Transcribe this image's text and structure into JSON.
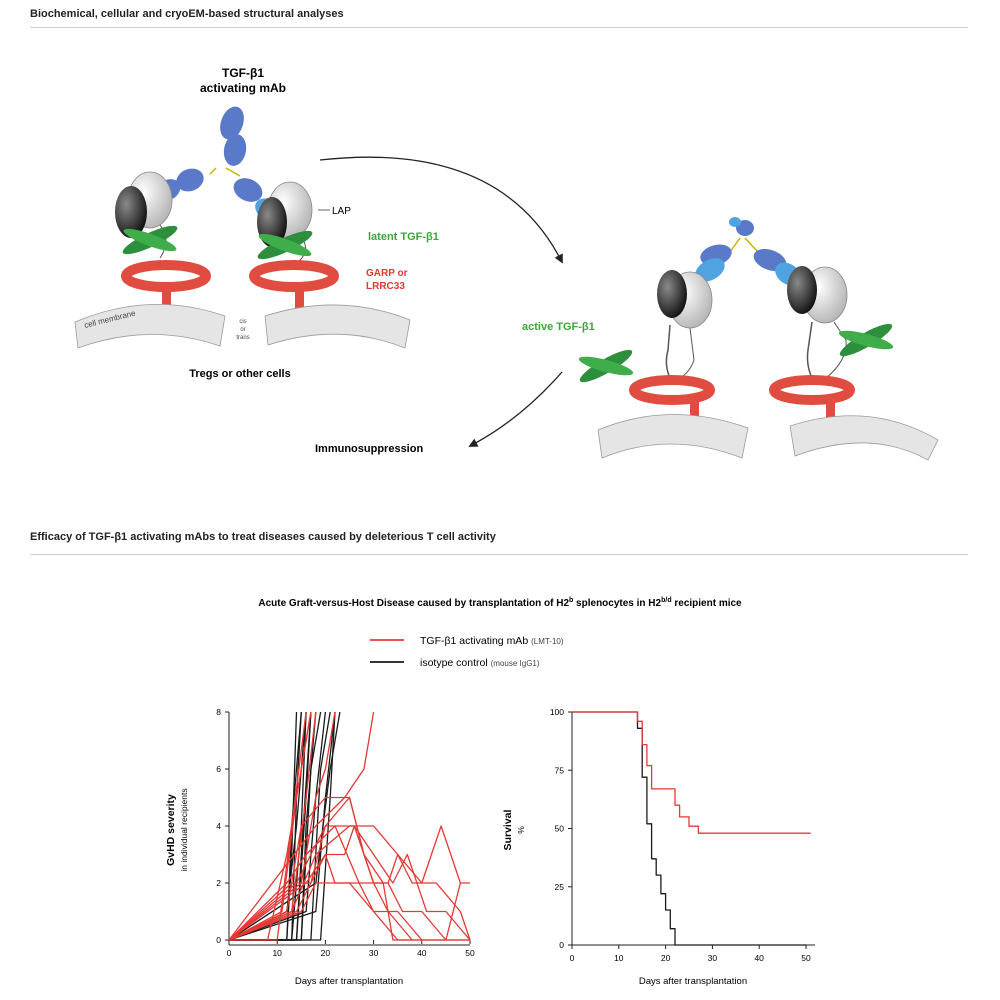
{
  "colors": {
    "antibody_dark": "#5b79c9",
    "antibody_light": "#4fa3e0",
    "garp_red": "#e04c40",
    "tgf_green": "#2d8f3c",
    "latent_text_green": "#3aa638",
    "garp_text_red": "#e03a2e",
    "membrane_grey": "#e5e5e5",
    "series_red": "#e53935",
    "series_black": "#1a1a1a"
  },
  "section1": {
    "title": "Biochemical, cellular and cryoEM-based structural analyses",
    "mab_label_line1": "TGF-β1",
    "mab_label_line2": "activating mAb",
    "lap_label": "LAP",
    "latent_label": "latent TGF-β1",
    "garp_label_line1": "GARP or",
    "garp_label_line2": "LRRC33",
    "membrane_label": "cell membrane",
    "cis_trans_line1": "cis",
    "cis_trans_line2": "or",
    "cis_trans_line3": "trans",
    "cells_label": "Tregs or other cells",
    "active_label": "active TGF-β1",
    "outcome_label": "Immunosuppression"
  },
  "section2": {
    "title": "Efficacy of TGF-β1 activating mAbs to treat diseases caused by deleterious T cell activity",
    "experiment_title_pre": "Acute Graft-versus-Host Disease caused by transplantation of H2",
    "experiment_title_sup1": "b",
    "experiment_title_mid": " splenocytes in H2",
    "experiment_title_sup2": "b/d",
    "experiment_title_post": " recipient mice",
    "legend": [
      {
        "label": "TGF-β1 activating mAb",
        "note": "(LMT-10)",
        "color": "#e53935"
      },
      {
        "label": "isotype control",
        "note": "(mouse IgG1)",
        "color": "#1a1a1a"
      }
    ]
  },
  "chart_data": [
    {
      "type": "line",
      "title": "",
      "xlabel": "Days after transplantation",
      "ylabel": "GvHD severity",
      "ylabel_sub": "in individual recipients",
      "xlim": [
        0,
        50
      ],
      "ylim": [
        0,
        8
      ],
      "xticks": [
        0,
        10,
        20,
        30,
        40,
        50
      ],
      "yticks": [
        0,
        2,
        4,
        6,
        8
      ],
      "series": [
        {
          "group": "isotype control",
          "color": "#1a1a1a",
          "x": [
            0,
            12,
            13,
            14
          ],
          "y": [
            0,
            0,
            3,
            8
          ]
        },
        {
          "group": "isotype control",
          "color": "#1a1a1a",
          "x": [
            0,
            12,
            13,
            15
          ],
          "y": [
            0,
            0,
            4,
            8
          ]
        },
        {
          "group": "isotype control",
          "color": "#1a1a1a",
          "x": [
            0,
            13,
            14,
            15
          ],
          "y": [
            0,
            0,
            5,
            8
          ]
        },
        {
          "group": "isotype control",
          "color": "#1a1a1a",
          "x": [
            0,
            13,
            15,
            16
          ],
          "y": [
            0,
            0,
            4,
            8
          ]
        },
        {
          "group": "isotype control",
          "color": "#1a1a1a",
          "x": [
            0,
            14,
            15,
            17
          ],
          "y": [
            0,
            0,
            3,
            8
          ]
        },
        {
          "group": "isotype control",
          "color": "#1a1a1a",
          "x": [
            0,
            14,
            16,
            17
          ],
          "y": [
            0,
            0,
            5,
            8
          ]
        },
        {
          "group": "isotype control",
          "color": "#1a1a1a",
          "x": [
            0,
            15,
            16,
            18
          ],
          "y": [
            0,
            0,
            4,
            8
          ]
        },
        {
          "group": "isotype control",
          "color": "#1a1a1a",
          "x": [
            0,
            15,
            17,
            19
          ],
          "y": [
            0,
            0,
            6,
            8
          ]
        },
        {
          "group": "isotype control",
          "color": "#1a1a1a",
          "x": [
            0,
            16,
            18,
            20
          ],
          "y": [
            0,
            1,
            5,
            8
          ]
        },
        {
          "group": "isotype control",
          "color": "#1a1a1a",
          "x": [
            0,
            17,
            19,
            21
          ],
          "y": [
            0,
            0,
            6,
            8
          ]
        },
        {
          "group": "isotype control",
          "color": "#1a1a1a",
          "x": [
            0,
            18,
            20,
            22
          ],
          "y": [
            0,
            1,
            5,
            8
          ]
        },
        {
          "group": "isotype control",
          "color": "#1a1a1a",
          "x": [
            0,
            18,
            21,
            23
          ],
          "y": [
            0,
            2,
            6,
            8
          ]
        },
        {
          "group": "isotype control",
          "color": "#1a1a1a",
          "x": [
            0,
            19,
            21,
            22
          ],
          "y": [
            0,
            0,
            5,
            8
          ]
        },
        {
          "group": "isotype control",
          "color": "#1a1a1a",
          "x": [
            0,
            12,
            14,
            16
          ],
          "y": [
            0,
            1,
            4,
            8
          ]
        },
        {
          "group": "TGF-β1 activating mAb",
          "color": "#e53935",
          "x": [
            0,
            8,
            12,
            15,
            17
          ],
          "y": [
            0,
            0,
            3,
            6,
            8
          ]
        },
        {
          "group": "TGF-β1 activating mAb",
          "color": "#e53935",
          "x": [
            0,
            10,
            13,
            16
          ],
          "y": [
            0,
            0,
            4,
            8
          ]
        },
        {
          "group": "TGF-β1 activating mAb",
          "color": "#e53935",
          "x": [
            0,
            11,
            14,
            17
          ],
          "y": [
            0,
            1,
            5,
            8
          ]
        },
        {
          "group": "TGF-β1 activating mAb",
          "color": "#e53935",
          "x": [
            0,
            13,
            16,
            18
          ],
          "y": [
            0,
            1,
            5,
            8
          ]
        },
        {
          "group": "TGF-β1 activating mAb",
          "color": "#e53935",
          "x": [
            0,
            15,
            18,
            20,
            22
          ],
          "y": [
            0,
            2,
            5,
            6,
            8
          ]
        },
        {
          "group": "TGF-β1 activating mAb",
          "color": "#e53935",
          "x": [
            0,
            12,
            15,
            20,
            25,
            28,
            30,
            33,
            38
          ],
          "y": [
            0,
            1,
            4,
            5,
            5,
            3,
            2,
            1,
            0
          ]
        },
        {
          "group": "TGF-β1 activating mAb",
          "color": "#e53935",
          "x": [
            0,
            12,
            16,
            22,
            26,
            30,
            33,
            36,
            40,
            45,
            50
          ],
          "y": [
            0,
            2,
            3,
            4,
            4,
            2,
            2,
            1,
            1,
            0,
            0
          ]
        },
        {
          "group": "TGF-β1 activating mAb",
          "color": "#e53935",
          "x": [
            0,
            13,
            18,
            25,
            30,
            35,
            38,
            43,
            48,
            50
          ],
          "y": [
            0,
            1,
            3,
            4,
            4,
            3,
            2,
            2,
            1,
            0
          ]
        },
        {
          "group": "TGF-β1 activating mAb",
          "color": "#e53935",
          "x": [
            0,
            14,
            20,
            25,
            28,
            32,
            34,
            38,
            40,
            50
          ],
          "y": [
            0,
            2,
            4,
            5,
            3,
            2,
            0,
            0,
            0,
            0
          ]
        },
        {
          "group": "TGF-β1 activating mAb",
          "color": "#e53935",
          "x": [
            0,
            13,
            17,
            20,
            22,
            25,
            30,
            35,
            40,
            45,
            48,
            50
          ],
          "y": [
            0,
            2,
            2,
            3,
            2,
            2,
            1,
            1,
            0,
            0,
            2,
            2
          ]
        },
        {
          "group": "TGF-β1 activating mAb",
          "color": "#e53935",
          "x": [
            0,
            15,
            18,
            22,
            27,
            33,
            35,
            40,
            44,
            48
          ],
          "y": [
            0,
            1,
            2,
            2,
            2,
            2,
            3,
            2,
            4,
            2
          ]
        },
        {
          "group": "TGF-β1 activating mAb",
          "color": "#e53935",
          "x": [
            0,
            16,
            20,
            24,
            26,
            30,
            34,
            37,
            41,
            45,
            50
          ],
          "y": [
            0,
            2,
            3,
            3,
            4,
            3,
            2,
            3,
            1,
            1,
            0
          ]
        },
        {
          "group": "TGF-β1 activating mAb",
          "color": "#e53935",
          "x": [
            0,
            14,
            17,
            20,
            22,
            27,
            30,
            35,
            40
          ],
          "y": [
            0,
            1,
            2,
            4,
            4,
            2,
            1,
            0,
            0
          ]
        },
        {
          "group": "TGF-β1 activating mAb",
          "color": "#e53935",
          "x": [
            0,
            18,
            24,
            28,
            30
          ],
          "y": [
            0,
            4,
            5,
            6,
            8
          ]
        }
      ]
    },
    {
      "type": "line",
      "title": "",
      "xlabel": "Days after transplantation",
      "ylabel": "Survival",
      "ylabel_sub": "%",
      "xlim": [
        0,
        50
      ],
      "ylim": [
        0,
        100
      ],
      "xticks": [
        0,
        10,
        20,
        30,
        40,
        50
      ],
      "yticks": [
        0,
        25,
        50,
        75,
        100
      ],
      "series": [
        {
          "name": "isotype control",
          "color": "#1a1a1a",
          "x": [
            0,
            14,
            14,
            15,
            15,
            16,
            16,
            17,
            17,
            18,
            18,
            19,
            19,
            20,
            20,
            21,
            21,
            22,
            22,
            50
          ],
          "y": [
            100,
            100,
            93,
            93,
            72,
            72,
            52,
            52,
            37,
            37,
            30,
            30,
            22,
            22,
            15,
            15,
            7,
            7,
            0,
            0
          ]
        },
        {
          "name": "TGF-β1 activating mAb",
          "color": "#e53935",
          "x": [
            0,
            14,
            14,
            15,
            15,
            16,
            16,
            17,
            17,
            22,
            22,
            23,
            23,
            25,
            25,
            27,
            27,
            51
          ],
          "y": [
            100,
            100,
            96,
            96,
            86,
            86,
            77,
            77,
            67,
            67,
            60,
            60,
            55,
            55,
            51,
            51,
            48,
            48
          ]
        }
      ]
    }
  ]
}
